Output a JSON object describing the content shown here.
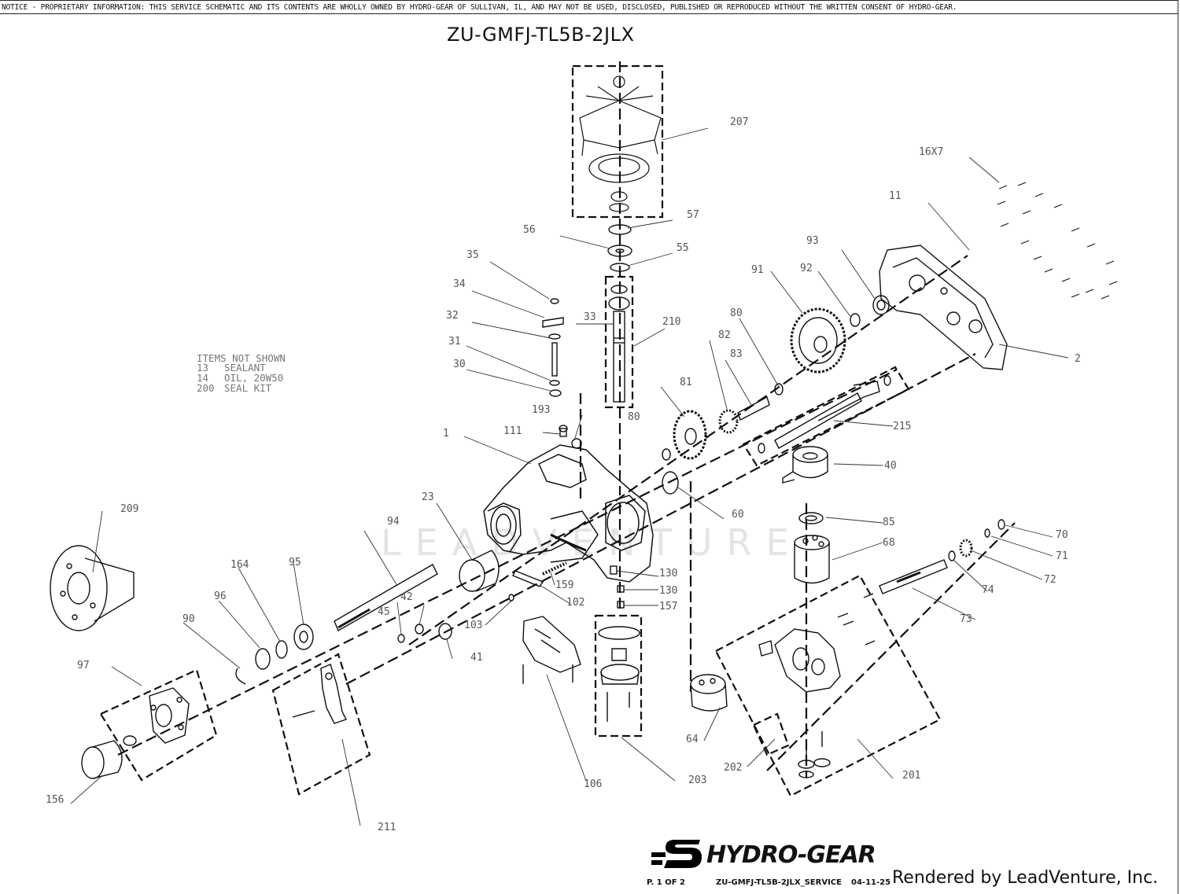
{
  "notice": "NOTICE - PROPRIETARY INFORMATION: THIS SERVICE SCHEMATIC AND ITS CONTENTS ARE WHOLLY OWNED BY HYDRO-GEAR OF SULLIVAN, IL, AND MAY NOT BE USED, DISCLOSED, PUBLISHED OR REPRODUCED WITHOUT THE WRITTEN CONSENT OF HYDRO-GEAR.",
  "title": "ZU-GMFJ-TL5B-2JLX",
  "notes": {
    "heading": "ITEMS NOT SHOWN",
    "items": [
      {
        "num": "13",
        "desc": "SEALANT"
      },
      {
        "num": "14",
        "desc": "OIL, 20W50"
      },
      {
        "num": "200",
        "desc": "SEAL KIT"
      }
    ]
  },
  "watermark": "LEADVENTURE",
  "part_labels": [
    "207",
    "16X7",
    "11",
    "57",
    "56",
    "55",
    "35",
    "34",
    "33",
    "32",
    "31",
    "30",
    "210",
    "93",
    "92",
    "91",
    "80",
    "82",
    "83",
    "81",
    "2",
    "193",
    "111",
    "1",
    "60",
    "215",
    "40",
    "85",
    "68",
    "209",
    "23",
    "94",
    "164",
    "95",
    "96",
    "90",
    "97",
    "42",
    "45",
    "159",
    "102",
    "103",
    "41",
    "130",
    "130",
    "157",
    "106",
    "70",
    "71",
    "72",
    "74",
    "73",
    "64",
    "202",
    "201",
    "203",
    "211",
    "156"
  ],
  "footer": {
    "brand": "HYDRO-GEAR",
    "page": "P. 1 OF 2",
    "doc": "ZU-GMFJ-TL5B-2JLX_SERVICE",
    "date": "04-11-25",
    "rendered_by": "Rendered by LeadVenture, Inc."
  }
}
